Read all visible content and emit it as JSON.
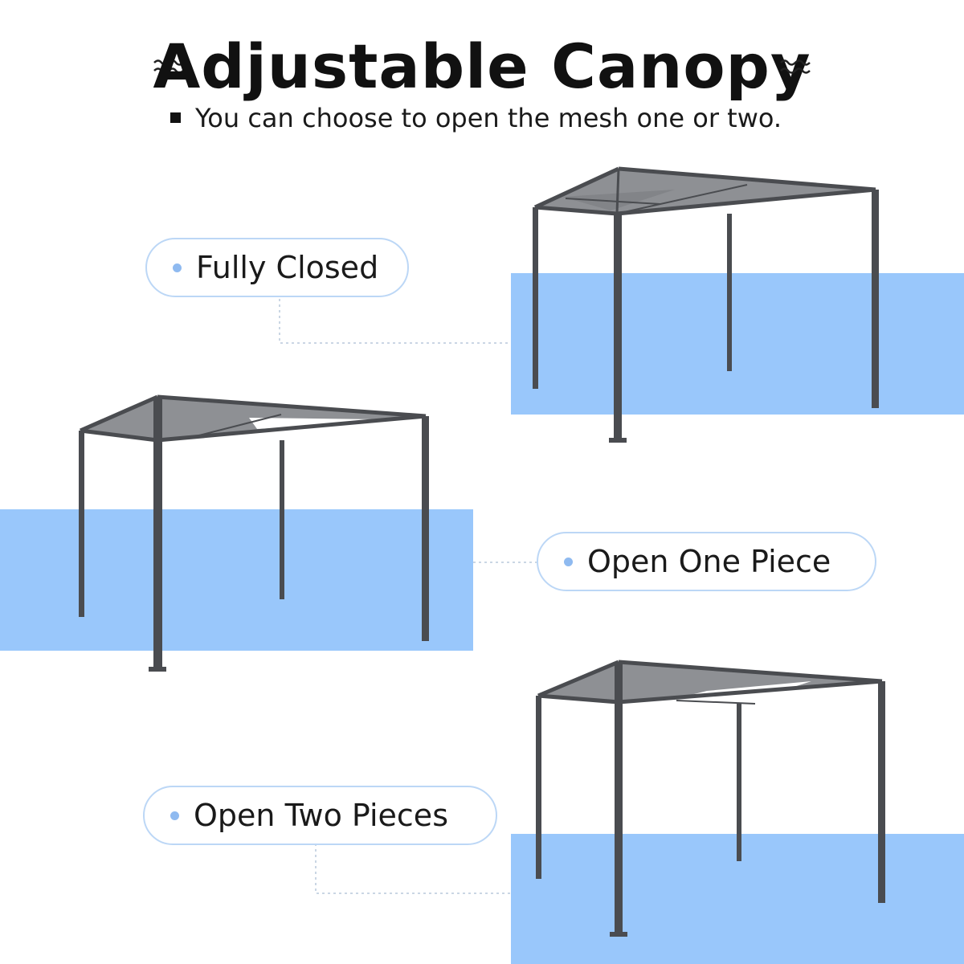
{
  "header": {
    "title": "Adjustable Canopy",
    "subtitle": "You can choose to open the mesh one or two."
  },
  "options": [
    {
      "label": "Fully Closed",
      "state": "closed"
    },
    {
      "label": "Open One Piece",
      "state": "one-open"
    },
    {
      "label": "Open Two Pieces",
      "state": "two-open"
    }
  ],
  "colors": {
    "accent_blue": "#99c7fb",
    "pill_border": "#bcd7f6",
    "frame": "#4a4c50",
    "canopy": "#8e9094",
    "text": "#111111"
  },
  "icons": [
    "wave-icon",
    "bullet-square-icon",
    "bullet-dot-icon",
    "gazebo-illustration"
  ]
}
